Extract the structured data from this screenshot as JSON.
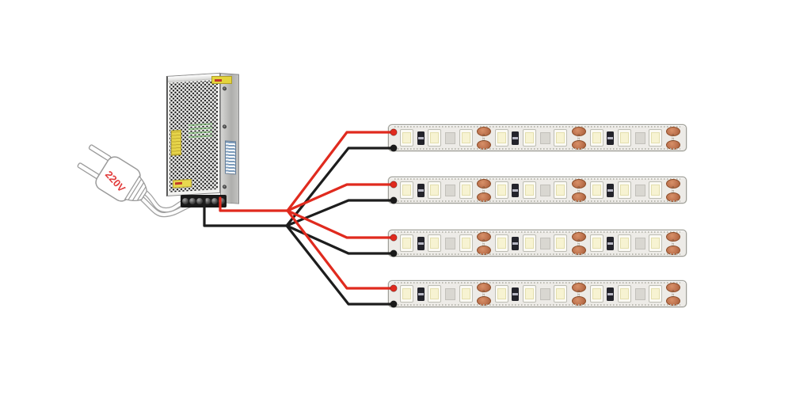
{
  "plug": {
    "label": "220V",
    "label_color": "#e23b3b",
    "prong_count": 2
  },
  "power_supply": {
    "terminal_count": 6,
    "sticker_color": "#e6d44a",
    "barcode_label_color": "#7c9cbc",
    "mesh_dot_color": "#161616",
    "case_color": "#c9c9c7"
  },
  "wiring": {
    "positive_color": "#e02a1e",
    "negative_color": "#1d1d1d",
    "branch_count": 4
  },
  "strips": {
    "count": 4,
    "pattern": [
      "led",
      "resistor",
      "led",
      "pad",
      "led",
      "copper"
    ],
    "repeats": 3,
    "leds_per_strip": 9,
    "resistors_per_strip": 3,
    "copper_pad_groups_per_strip": 3,
    "pad_marking": "0.21",
    "colors": {
      "base": "#edebe7",
      "led": "#fbfaf4",
      "led_core": "#f7f3d2",
      "resistor": "#23232b",
      "copper": "#bf7450"
    }
  }
}
